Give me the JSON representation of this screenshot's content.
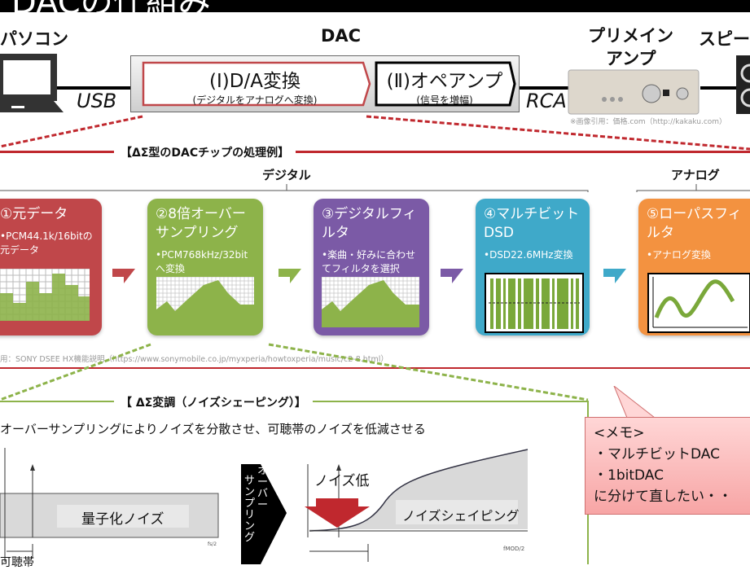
{
  "title": "DACの仕組み",
  "top": {
    "pc_label": "パソコン",
    "dac_label": "DAC",
    "amp_label_1": "プリメイン",
    "amp_label_2": "アンプ",
    "speaker_label": "スピー",
    "usb": "USB",
    "rca": "RCA",
    "da_title": "(Ⅰ)D/A変換",
    "da_sub": "(デジタルをアナログへ変換)",
    "op_title": "(Ⅱ)オペアンプ",
    "op_sub": "(信号を増幅)",
    "image_credit": "※画像引用：価格.com（http://kakaku.com）"
  },
  "chip": {
    "section_title": "【ΔΣ型のDACチップの処理例】",
    "digital": "デジタル",
    "analog": "アナログ",
    "cards": [
      {
        "title": "①元データ",
        "desc": "•PCM44.1k/16bitの元データ",
        "color": "#c0474a"
      },
      {
        "title": "②8倍オーバーサンプリング",
        "desc": "•PCM768kHz/32bitへ変換",
        "color": "#8db34a"
      },
      {
        "title": "③デジタルフィルタ",
        "desc": "•楽曲・好みに合わせてフィルタを選択",
        "color": "#7b5aa6"
      },
      {
        "title": "④マルチビットDSD",
        "desc": "•DSD22.6MHz変換",
        "color": "#3fa9c9"
      },
      {
        "title": "⑤ローパスフィルタ",
        "desc": "•アナログ変換",
        "color": "#f39240"
      }
    ],
    "credit": "用：SONY DSEE HX機能説明（https://www.sonymobile.co.jp/myxperia/howtoxperia/music/c2-8.html）"
  },
  "noise": {
    "section_title": "【 ΔΣ変調（ノイズシェーピング）】",
    "desc": "オーバーサンプリングによりノイズを分散させ、可聴帯のノイズを低減させる",
    "left_label": "量子化ノイズ",
    "left_axis": "fs/2",
    "audible": "可聴帯",
    "arrow_col1": "サンプリング",
    "arrow_col2": "オーバー",
    "noise_low": "ノイズ低",
    "right_label": "ノイズシェイピング",
    "right_axis": "fMOD/2"
  },
  "memo": {
    "title": "<メモ>",
    "items": [
      "・マルチビットDAC",
      "・1bitDAC"
    ],
    "footer": "に分けて直したい・・"
  }
}
